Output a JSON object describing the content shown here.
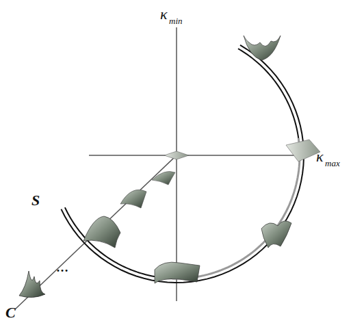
{
  "diagram": {
    "labels": [
      "κ",
      "min",
      "κ",
      "max",
      "S",
      "C",
      "…"
    ]
  }
}
